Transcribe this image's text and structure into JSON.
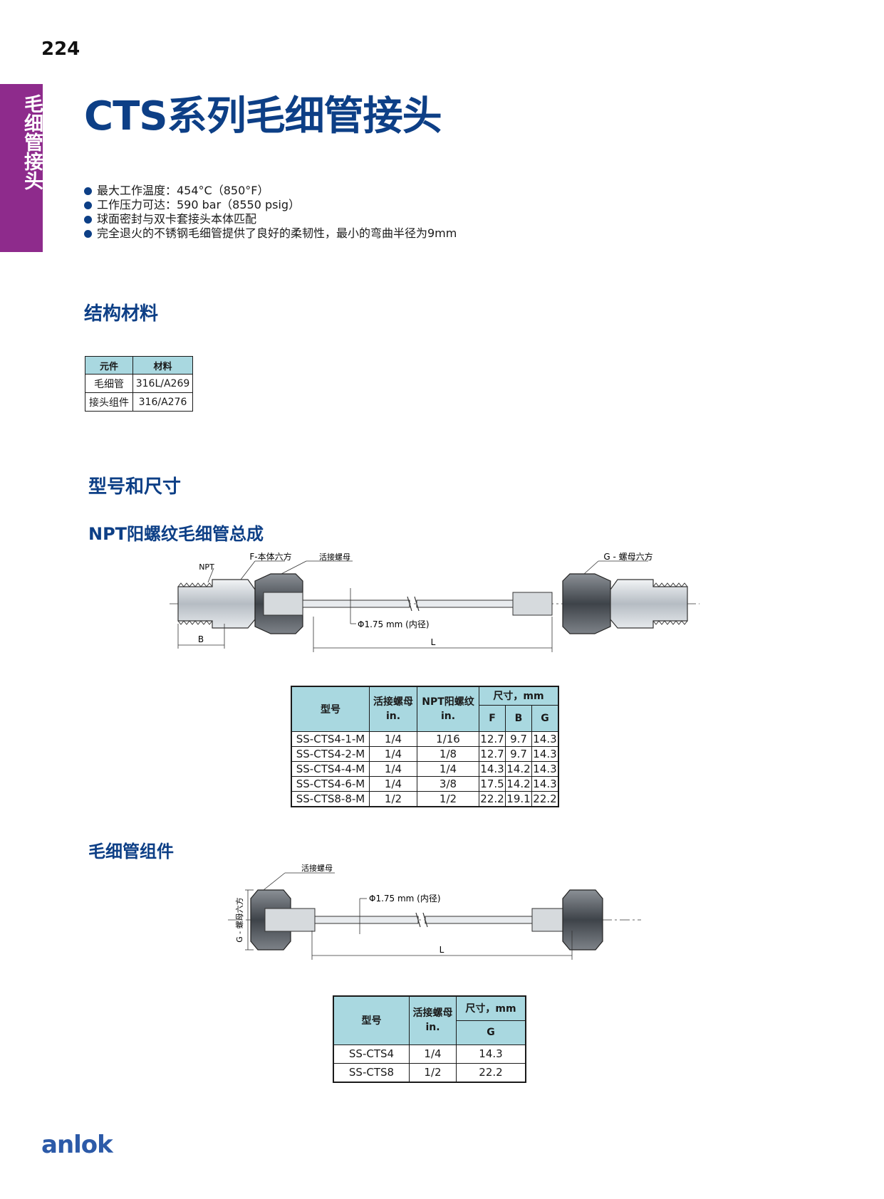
{
  "page_number": "224",
  "side_tab": "毛细管接头",
  "title": "CTS系列毛细管接头",
  "features": [
    "最大工作温度：454°C（850°F）",
    "工作压力可达：590 bar（8550 psig）",
    "球面密封与双卡套接头本体匹配",
    "完全退火的不锈钢毛细管提供了良好的柔韧性，最小的弯曲半径为9mm"
  ],
  "materials": {
    "heading": "结构材料",
    "headers": [
      "元件",
      "材料"
    ],
    "rows": [
      [
        "毛细管",
        "316L/A269"
      ],
      [
        "接头组件",
        "316/A276"
      ]
    ]
  },
  "models_heading": "型号和尺寸",
  "npt_assembly": {
    "heading": "NPT阳螺纹毛细管总成",
    "diagram_labels": {
      "npt": "NPT",
      "body_hex": "F-本体六方",
      "union_nut": "活接螺母",
      "nut_hex": "G - 螺母六方",
      "inner_diameter": "Φ1.75 mm (内径)",
      "b": "B",
      "l": "L"
    },
    "table": {
      "header_model": "型号",
      "header_nut": "活接螺母",
      "header_nut_unit": "in.",
      "header_npt": "NPT阳螺纹",
      "header_npt_unit": "in.",
      "header_dims": "尺寸，mm",
      "dim_cols": [
        "F",
        "B",
        "G"
      ],
      "rows": [
        [
          "SS-CTS4-1-M",
          "1/4",
          "1/16",
          "12.7",
          "9.7",
          "14.3"
        ],
        [
          "SS-CTS4-2-M",
          "1/4",
          "1/8",
          "12.7",
          "9.7",
          "14.3"
        ],
        [
          "SS-CTS4-4-M",
          "1/4",
          "1/4",
          "14.3",
          "14.2",
          "14.3"
        ],
        [
          "SS-CTS4-6-M",
          "1/4",
          "3/8",
          "17.5",
          "14.2",
          "14.3"
        ],
        [
          "SS-CTS8-8-M",
          "1/2",
          "1/2",
          "22.2",
          "19.1",
          "22.2"
        ]
      ]
    }
  },
  "capillary_assembly": {
    "heading": "毛细管组件",
    "diagram_labels": {
      "union_nut": "活接螺母",
      "nut_hex": "G - 螺母六方",
      "inner_diameter": "Φ1.75 mm (内径)",
      "l": "L"
    },
    "table": {
      "header_model": "型号",
      "header_nut": "活接螺母",
      "header_nut_unit": "in.",
      "header_dims": "尺寸，mm",
      "dim_cols": [
        "G"
      ],
      "rows": [
        [
          "SS-CTS4",
          "1/4",
          "14.3"
        ],
        [
          "SS-CTS8",
          "1/2",
          "22.2"
        ]
      ]
    }
  },
  "brand": "anlok",
  "colors": {
    "accent_blue": "#0d3f86",
    "side_tab_purple": "#8e2b8c",
    "table_header": "#a9d8e0"
  }
}
